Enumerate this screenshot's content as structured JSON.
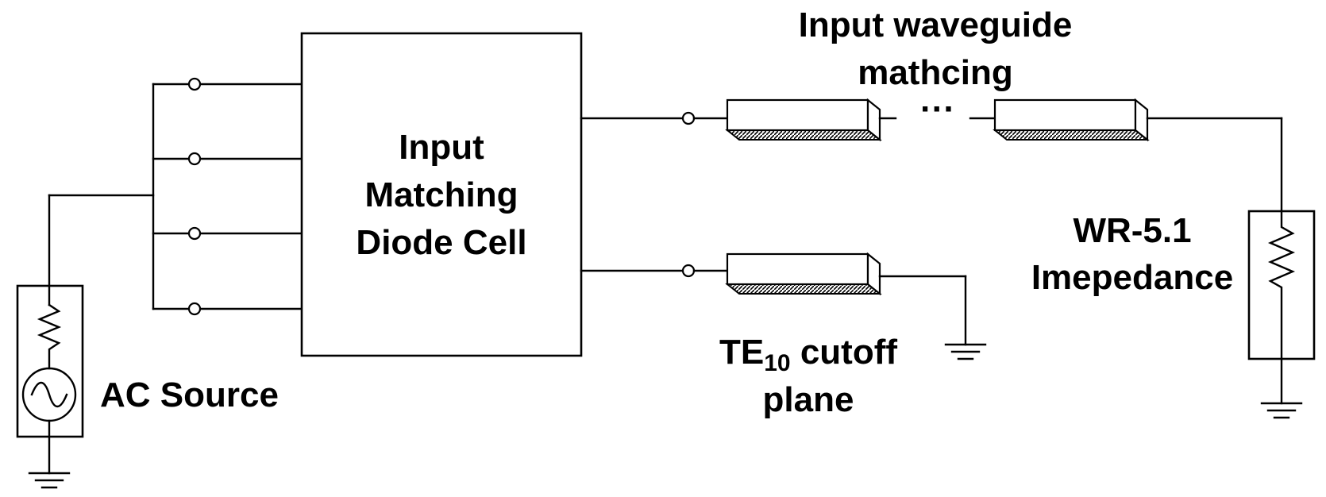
{
  "labels": {
    "matching_cell_line1": "Input",
    "matching_cell_line2": "Matching",
    "matching_cell_line3": "Diode Cell",
    "waveguide_line1": "Input waveguide",
    "waveguide_line2": "mathcing",
    "ellipsis": "···",
    "load_line1": "WR-5.1",
    "load_line2": "Imepedance",
    "cutoff_main": "TE",
    "cutoff_sub": "10",
    "cutoff_rest": " cutoff",
    "cutoff_line2": "plane",
    "source": "AC Source"
  }
}
